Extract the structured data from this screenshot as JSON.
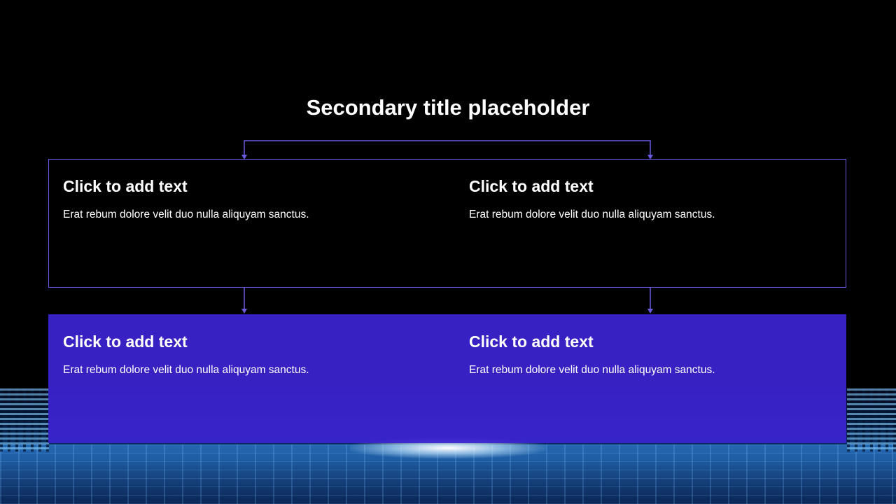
{
  "slide": {
    "title": "Secondary title placeholder"
  },
  "top_row": [
    {
      "heading": "Click to add text",
      "body": "Erat rebum dolore velit duo nulla aliquyam sanctus."
    },
    {
      "heading": "Click to add text",
      "body": "Erat rebum dolore velit duo nulla aliquyam sanctus."
    }
  ],
  "bottom_row": [
    {
      "heading": "Click to add text",
      "body": "Erat rebum dolore velit duo nulla aliquyam sanctus."
    },
    {
      "heading": "Click to add text",
      "body": "Erat rebum dolore velit duo nulla aliquyam sanctus."
    }
  ],
  "colors": {
    "background": "#000000",
    "accent_outline": "#6a5ae0",
    "accent_fill": "#3c24d2",
    "text": "#ffffff"
  }
}
